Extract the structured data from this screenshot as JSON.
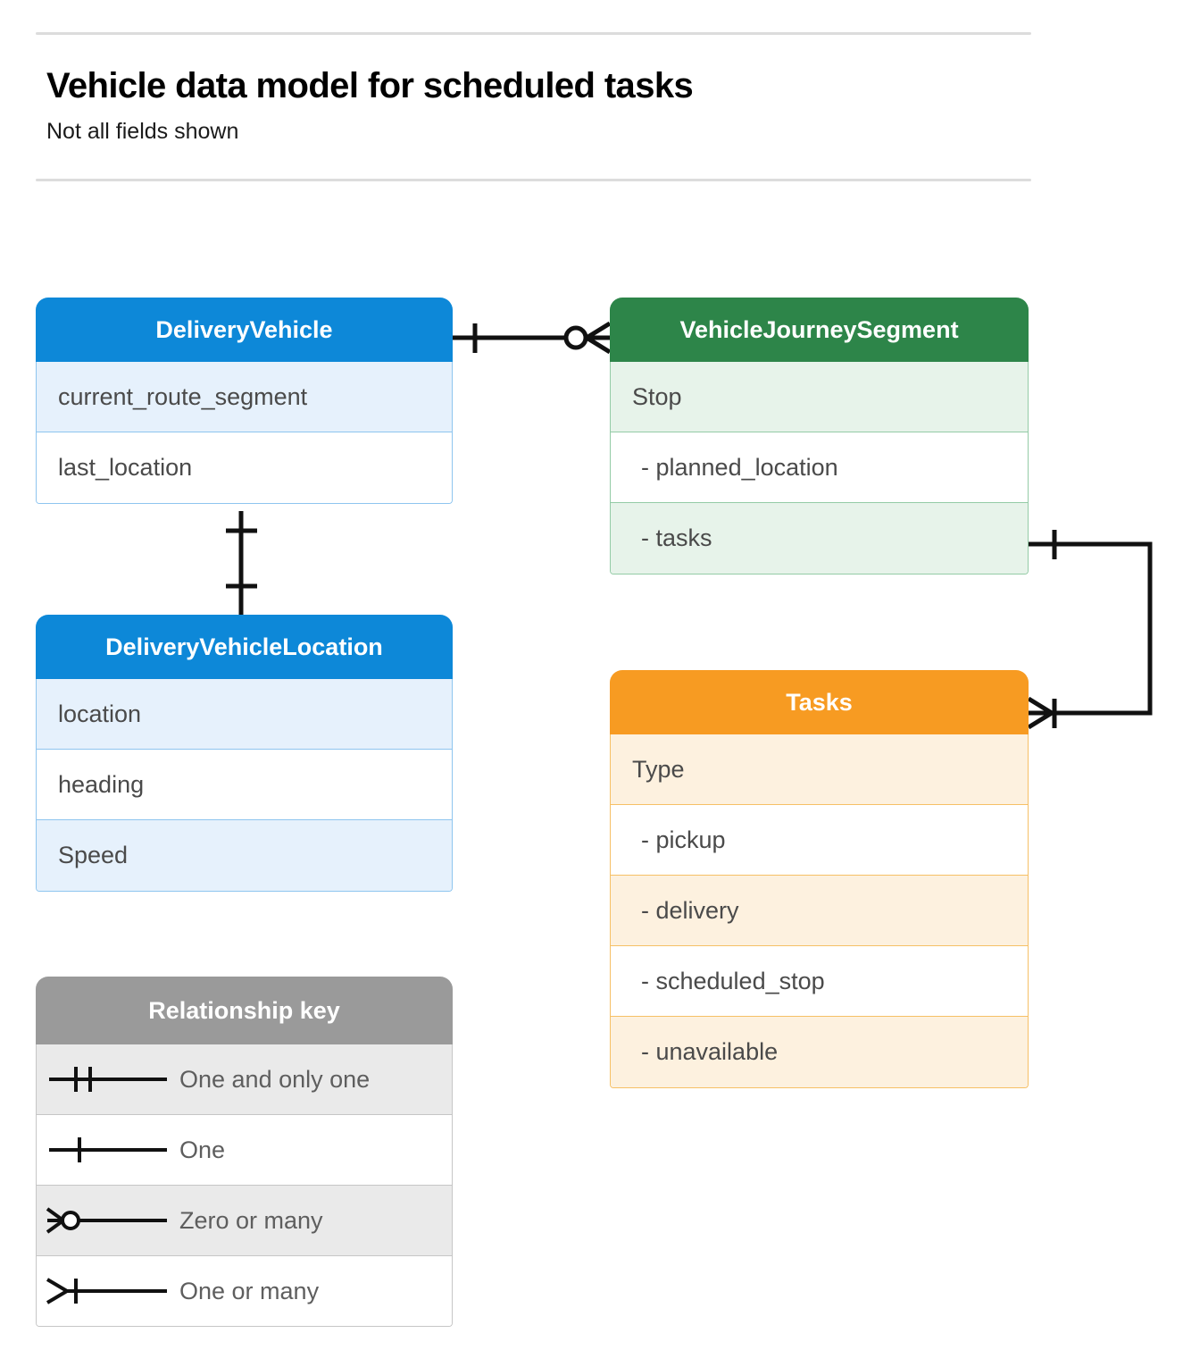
{
  "header": {
    "title": "Vehicle data model for scheduled tasks",
    "subtitle": "Not all fields shown"
  },
  "entities": [
    {
      "id": "delivery-vehicle",
      "name": "DeliveryVehicle",
      "color": "#0d88d8",
      "fields": [
        "current_route_segment",
        "last_location"
      ]
    },
    {
      "id": "vehicle-journey-segment",
      "name": "VehicleJourneySegment",
      "color": "#2d8549",
      "fields": [
        "Stop",
        "-  planned_location",
        "- tasks"
      ]
    },
    {
      "id": "delivery-vehicle-location",
      "name": "DeliveryVehicleLocation",
      "color": "#0d88d8",
      "fields": [
        "location",
        "heading",
        "Speed"
      ]
    },
    {
      "id": "tasks",
      "name": "Tasks",
      "color": "#f79b22",
      "fields": [
        "Type",
        "-  pickup",
        "-  delivery",
        "-  scheduled_stop",
        "-  unavailable"
      ]
    }
  ],
  "legend": {
    "title": "Relationship key",
    "header_color": "#9a9a9a",
    "items": [
      {
        "symbol": "one-and-only-one-icon",
        "label": "One and only one"
      },
      {
        "symbol": "one-icon",
        "label": "One"
      },
      {
        "symbol": "zero-or-many-icon",
        "label": "Zero or many"
      },
      {
        "symbol": "one-or-many-icon",
        "label": "One or many"
      }
    ]
  },
  "relationships": [
    {
      "id": "vehicle-to-journey-segment",
      "from": "DeliveryVehicle",
      "to": "VehicleJourneySegment",
      "from_cardinality": "One",
      "to_cardinality": "Zero or many"
    },
    {
      "id": "vehicle-to-vehicle-location",
      "from": "DeliveryVehicle",
      "to": "DeliveryVehicleLocation",
      "from_cardinality": "One",
      "to_cardinality": "One"
    },
    {
      "id": "journey-segment-tasks-to-tasks",
      "from": "VehicleJourneySegment",
      "to": "Tasks",
      "from_cardinality": "One",
      "to_cardinality": "One or many"
    }
  ]
}
